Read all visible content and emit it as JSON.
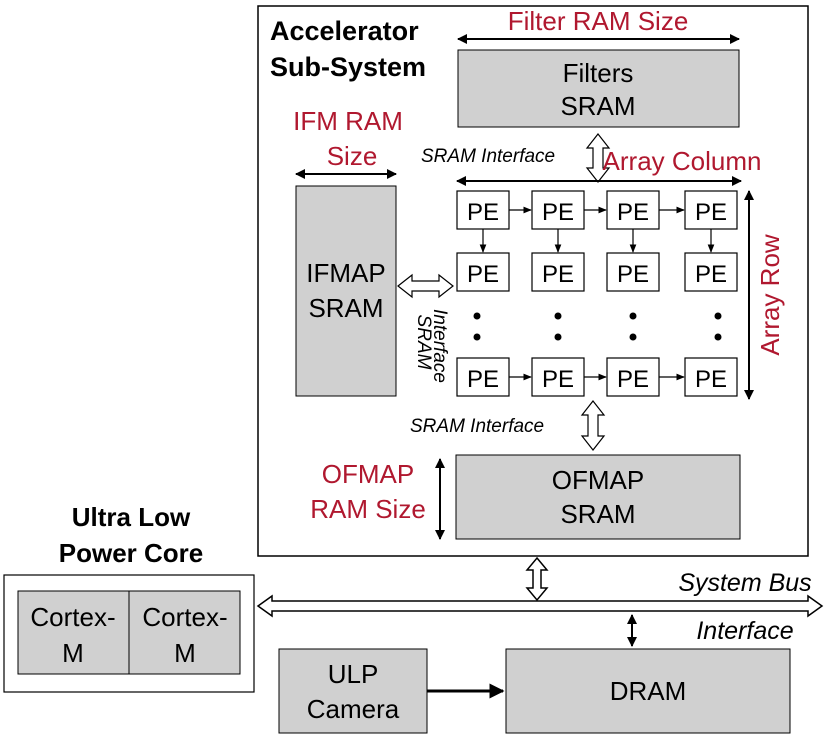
{
  "accelerator": {
    "title_line1": "Accelerator",
    "title_line2": "Sub-System",
    "filter_ram_size": "Filter RAM Size",
    "filters_sram": {
      "line1": "Filters",
      "line2": "SRAM"
    },
    "ifm_ram_size": {
      "line1": "IFM RAM",
      "line2": "Size"
    },
    "ifmap_sram": {
      "line1": "IFMAP",
      "line2": "SRAM"
    },
    "array_column": "Array Column",
    "array_row": "Array Row",
    "sram_interface_top": "SRAM Interface",
    "sram_interface_side": {
      "line1": "SRAM",
      "line2": "Interface"
    },
    "sram_interface_bottom": "SRAM Interface",
    "pe_label": "PE",
    "ofmap_ram_size": {
      "line1": "OFMAP",
      "line2": "RAM Size"
    },
    "ofmap_sram": {
      "line1": "OFMAP",
      "line2": "SRAM"
    }
  },
  "ulp_core": {
    "title_line1": "Ultra Low",
    "title_line2": "Power Core",
    "cores": [
      {
        "line1": "Cortex-",
        "line2": "M"
      },
      {
        "line1": "Cortex-",
        "line2": "M"
      }
    ]
  },
  "system_bus": {
    "line1": "System Bus",
    "line2": "Interface"
  },
  "ulp_camera": {
    "line1": "ULP",
    "line2": "Camera"
  },
  "dram": "DRAM",
  "colors": {
    "accent_red": "#b0182f",
    "block_fill": "#d0d0d0"
  }
}
